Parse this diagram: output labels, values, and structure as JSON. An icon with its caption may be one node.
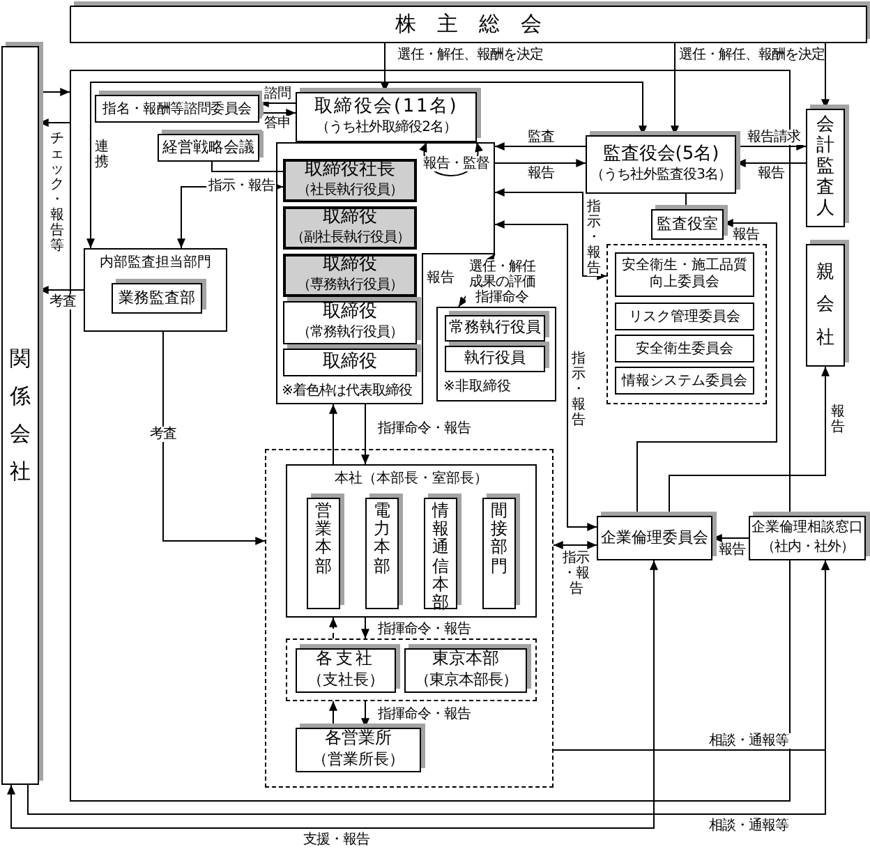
{
  "diagram": {
    "nodes": [
      {
        "text": [
          "株主総会"
        ]
      },
      {
        "text": [
          "関係会社"
        ]
      },
      {
        "text": [],
        "shape": "box"
      },
      {
        "text": [
          "指名・報酬等諮問委員会"
        ],
        "in": 2
      },
      {
        "text": [
          "取締役会(11名)",
          "（うち社外取締役2名）"
        ],
        "in": 2
      },
      {
        "text": [
          "経営戦略会議"
        ],
        "in": 2
      },
      {
        "text": [
          "※着色枠は代表取締役"
        ],
        "in": 2
      },
      {
        "text": [
          "取締役社長",
          "（社長執行役員）"
        ],
        "in": 6
      },
      {
        "text": [
          "取締役",
          "（副社長執行役員）"
        ],
        "in": 6
      },
      {
        "text": [
          "取締役",
          "（専務執行役員）"
        ],
        "in": 6
      },
      {
        "text": [
          "取締役",
          "（常務執行役員）"
        ],
        "in": 6
      },
      {
        "text": [
          "取締役"
        ],
        "in": 6
      },
      {
        "text": [
          "※非取締役"
        ],
        "in": 2
      },
      {
        "text": [
          "常務執行役員"
        ],
        "in": 12
      },
      {
        "text": [
          "執行役員"
        ],
        "in": 12
      },
      {
        "text": [
          "内部監査担当部門"
        ],
        "in": 2
      },
      {
        "text": [
          "業務監査部"
        ],
        "in": 15
      },
      {
        "text": [
          "監査役会(5名)",
          "（うち社外監査役3名）"
        ],
        "in": 2
      },
      {
        "text": [
          "監査役室"
        ],
        "in": 2
      },
      {
        "text": [],
        "shape": "box",
        "in": 2
      },
      {
        "text": [
          "安全衛生・施工品質向上委員会"
        ],
        "in": 19
      },
      {
        "text": [
          "リスク管理委員会"
        ],
        "in": 19
      },
      {
        "text": [
          "安全衛生委員会"
        ],
        "in": 19
      },
      {
        "text": [
          "情報システム委員会"
        ],
        "in": 19
      },
      {
        "text": [
          "会計監査人"
        ]
      },
      {
        "text": [
          "親会社"
        ]
      },
      {
        "text": [],
        "shape": "box",
        "in": 2
      },
      {
        "text": [
          "本社（本部長・室部長）"
        ],
        "in": 26
      },
      {
        "text": [
          "営業本部"
        ],
        "in": 27
      },
      {
        "text": [
          "電力本部"
        ],
        "in": 27
      },
      {
        "text": [
          "情報通信本部"
        ],
        "in": 27
      },
      {
        "text": [
          "間接部門"
        ],
        "in": 27
      },
      {
        "text": [],
        "shape": "box",
        "in": 26
      },
      {
        "text": [
          "各支社",
          "（支社長）"
        ],
        "in": 32
      },
      {
        "text": [
          "東京本部",
          "（東京本部長）"
        ],
        "in": 32
      },
      {
        "text": [
          "各営業所",
          "（営業所長）"
        ],
        "in": 26
      },
      {
        "text": [
          "企業倫理委員会"
        ],
        "in": 2
      },
      {
        "text": [
          "企業倫理相談窓口",
          "（社内・社外）"
        ]
      }
    ],
    "edges": [
      {
        "from": 0,
        "to": 4,
        "arrow": "to",
        "label": "選任・解任、報酬を決定"
      },
      {
        "from": 0,
        "to": 17,
        "arrow": "to",
        "label": "選任・解任、報酬を決定"
      },
      {
        "from": 0,
        "to": 24,
        "arrow": "to"
      },
      {
        "from": 1,
        "to": 2,
        "arrow": "to"
      },
      {
        "from": 2,
        "to": 1,
        "arrow": "to",
        "label": "チェック・報告等"
      },
      {
        "from": 4,
        "to": 3,
        "arrow": "to",
        "label": "諮問"
      },
      {
        "from": 3,
        "to": 4,
        "arrow": "to",
        "label": "答申"
      },
      {
        "from": 15,
        "to": 17,
        "arrow": "both",
        "label": "連携"
      },
      {
        "from": 5,
        "to": 7,
        "arrow": "none"
      },
      {
        "from": 15,
        "to": 7,
        "arrow": "both",
        "label": "指示・報告"
      },
      {
        "from": 15,
        "to": 1,
        "arrow": "to",
        "label": "考査"
      },
      {
        "from": 15,
        "to": 26,
        "arrow": "to",
        "label": "考査"
      },
      {
        "from": 17,
        "to": 6,
        "arrow": "to",
        "label": "監査"
      },
      {
        "from": 6,
        "to": 17,
        "arrow": "to",
        "label": "報告"
      },
      {
        "from": 17,
        "to": 24,
        "arrow": "to",
        "label": "報告請求"
      },
      {
        "from": 24,
        "to": 17,
        "arrow": "to",
        "label": "報告"
      },
      {
        "from": 17,
        "to": 18,
        "arrow": "none"
      },
      {
        "from": 6,
        "to": 19,
        "arrow": "both",
        "label": "指示・報告"
      },
      {
        "from": 6,
        "to": 36,
        "arrow": "both",
        "label": "指示・報告"
      },
      {
        "from": 12,
        "to": 6,
        "arrow": "both",
        "style": "dashed",
        "label": "選任・解任成果の評価指揮命令"
      },
      {
        "from": 6,
        "to": 27,
        "arrow": "to",
        "label": "指揮命令・報告"
      },
      {
        "from": 27,
        "to": 6,
        "arrow": "to"
      },
      {
        "from": 27,
        "to": 32,
        "arrow": "to",
        "label": "指揮命令・報告"
      },
      {
        "from": 32,
        "to": 27,
        "arrow": "to",
        "style": "dashed"
      },
      {
        "from": 32,
        "to": 35,
        "arrow": "to",
        "label": "指揮命令・報告"
      },
      {
        "from": 35,
        "to": 32,
        "arrow": "to"
      },
      {
        "from": 36,
        "to": 18,
        "arrow": "to",
        "label": "報告"
      },
      {
        "from": 36,
        "to": 25,
        "arrow": "to",
        "label": "報告"
      },
      {
        "from": 37,
        "to": 36,
        "arrow": "to",
        "label": "報告"
      },
      {
        "from": 26,
        "to": 36,
        "arrow": "both",
        "label": "指示・報告"
      },
      {
        "from": 26,
        "to": 37,
        "arrow": "to",
        "label": "相談・通報等"
      },
      {
        "from": 1,
        "to": 37,
        "arrow": "to",
        "label": "相談・通報等"
      },
      {
        "from": 36,
        "to": 1,
        "arrow": "both",
        "label": "支援・報告"
      },
      {
        "from": 4,
        "to": 6,
        "arrow": "both",
        "label": "報告・監督"
      }
    ],
    "labels": [
      "報告"
    ]
  }
}
